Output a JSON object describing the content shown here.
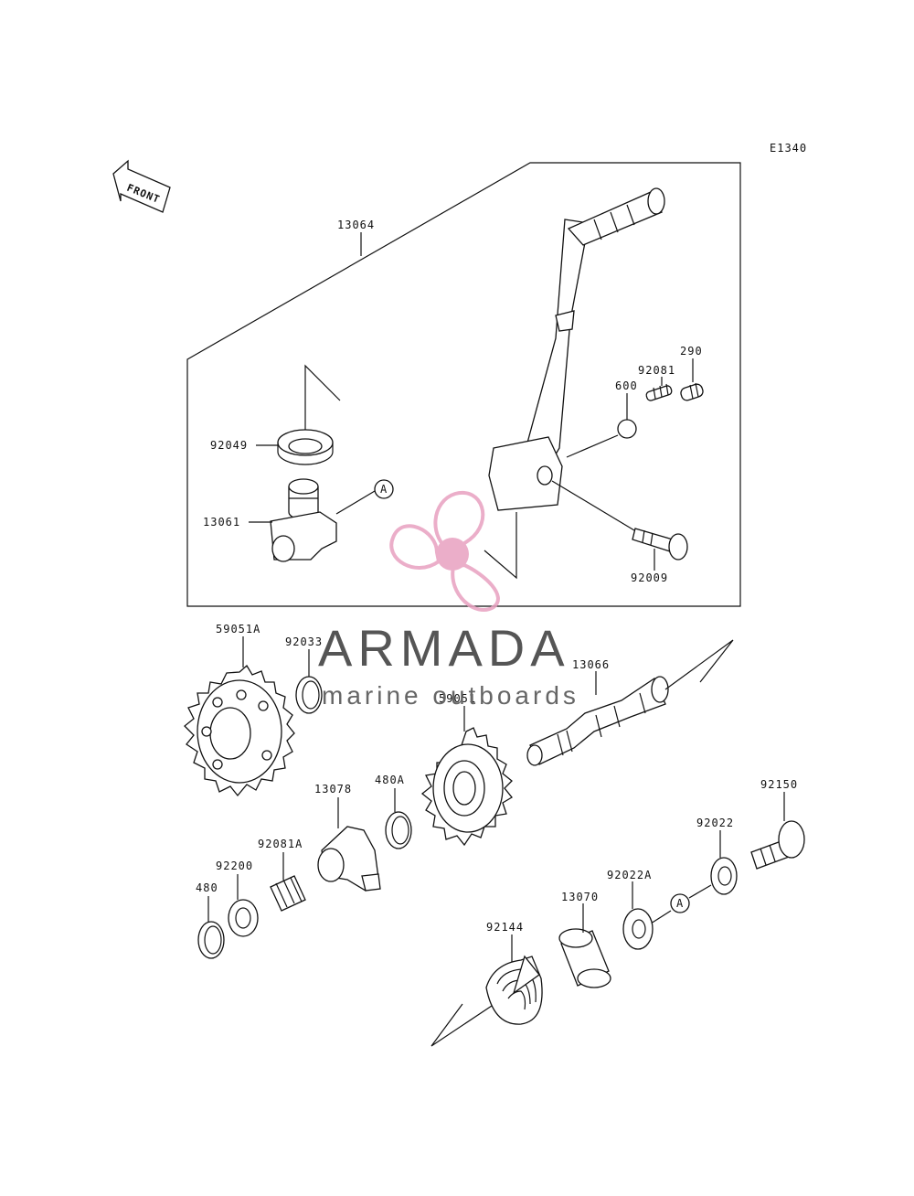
{
  "diagram_id": "E1340",
  "front_label": "FRONT",
  "ref_marker": "A",
  "watermark": {
    "title": "ARMADA",
    "subtitle": "marine outboards",
    "logo_color": "#e8a0c0"
  },
  "parts": {
    "p13064": "13064",
    "p290": "290",
    "p92081": "92081",
    "p600": "600",
    "p92049": "92049",
    "p13061": "13061",
    "p92009": "92009",
    "p59051A": "59051A",
    "p92033": "92033",
    "p13066": "13066",
    "p59051": "59051",
    "p13078": "13078",
    "p480A": "480A",
    "p92081A": "92081A",
    "p92200": "92200",
    "p480": "480",
    "p92150": "92150",
    "p92022": "92022",
    "p92022A": "92022A",
    "p13070": "13070",
    "p92144": "92144"
  }
}
